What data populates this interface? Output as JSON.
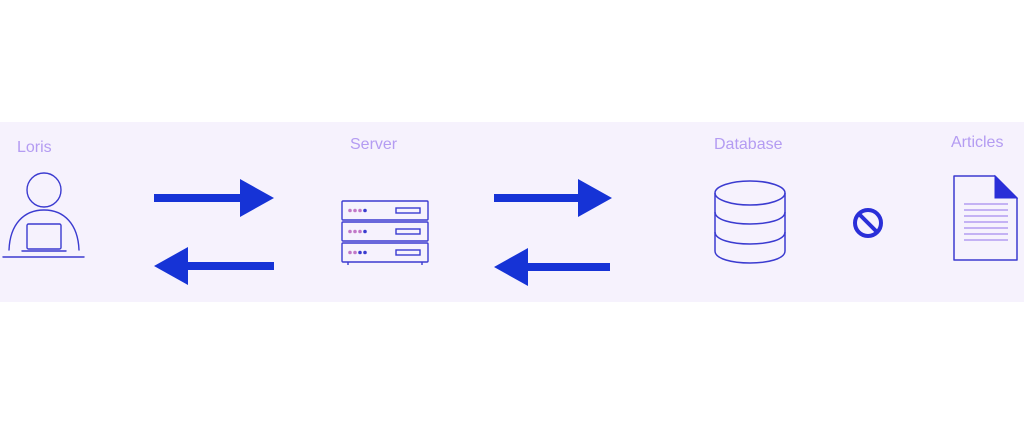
{
  "colors": {
    "background": "#ffffff",
    "band": "#f6f2fd",
    "label_text": "#b49cf2",
    "icon_stroke": "#3b3bd0",
    "arrow": "#1633d6",
    "blocked_icon": "#2a2fd8"
  },
  "nodes": {
    "user": {
      "label": "Loris",
      "icon": "user-at-laptop-icon"
    },
    "server": {
      "label": "Server",
      "icon": "server-rack-icon"
    },
    "database": {
      "label": "Database",
      "icon": "database-icon"
    },
    "articles": {
      "label": "Articles",
      "icon": "document-icon"
    }
  },
  "connections": [
    {
      "from": "user",
      "to": "server",
      "icon": "arrow-right-icon"
    },
    {
      "from": "server",
      "to": "user",
      "icon": "arrow-left-icon"
    },
    {
      "from": "server",
      "to": "database",
      "icon": "arrow-right-icon"
    },
    {
      "from": "database",
      "to": "server",
      "icon": "arrow-left-icon"
    },
    {
      "from": "database",
      "to": "articles",
      "icon": "blocked-icon"
    }
  ]
}
